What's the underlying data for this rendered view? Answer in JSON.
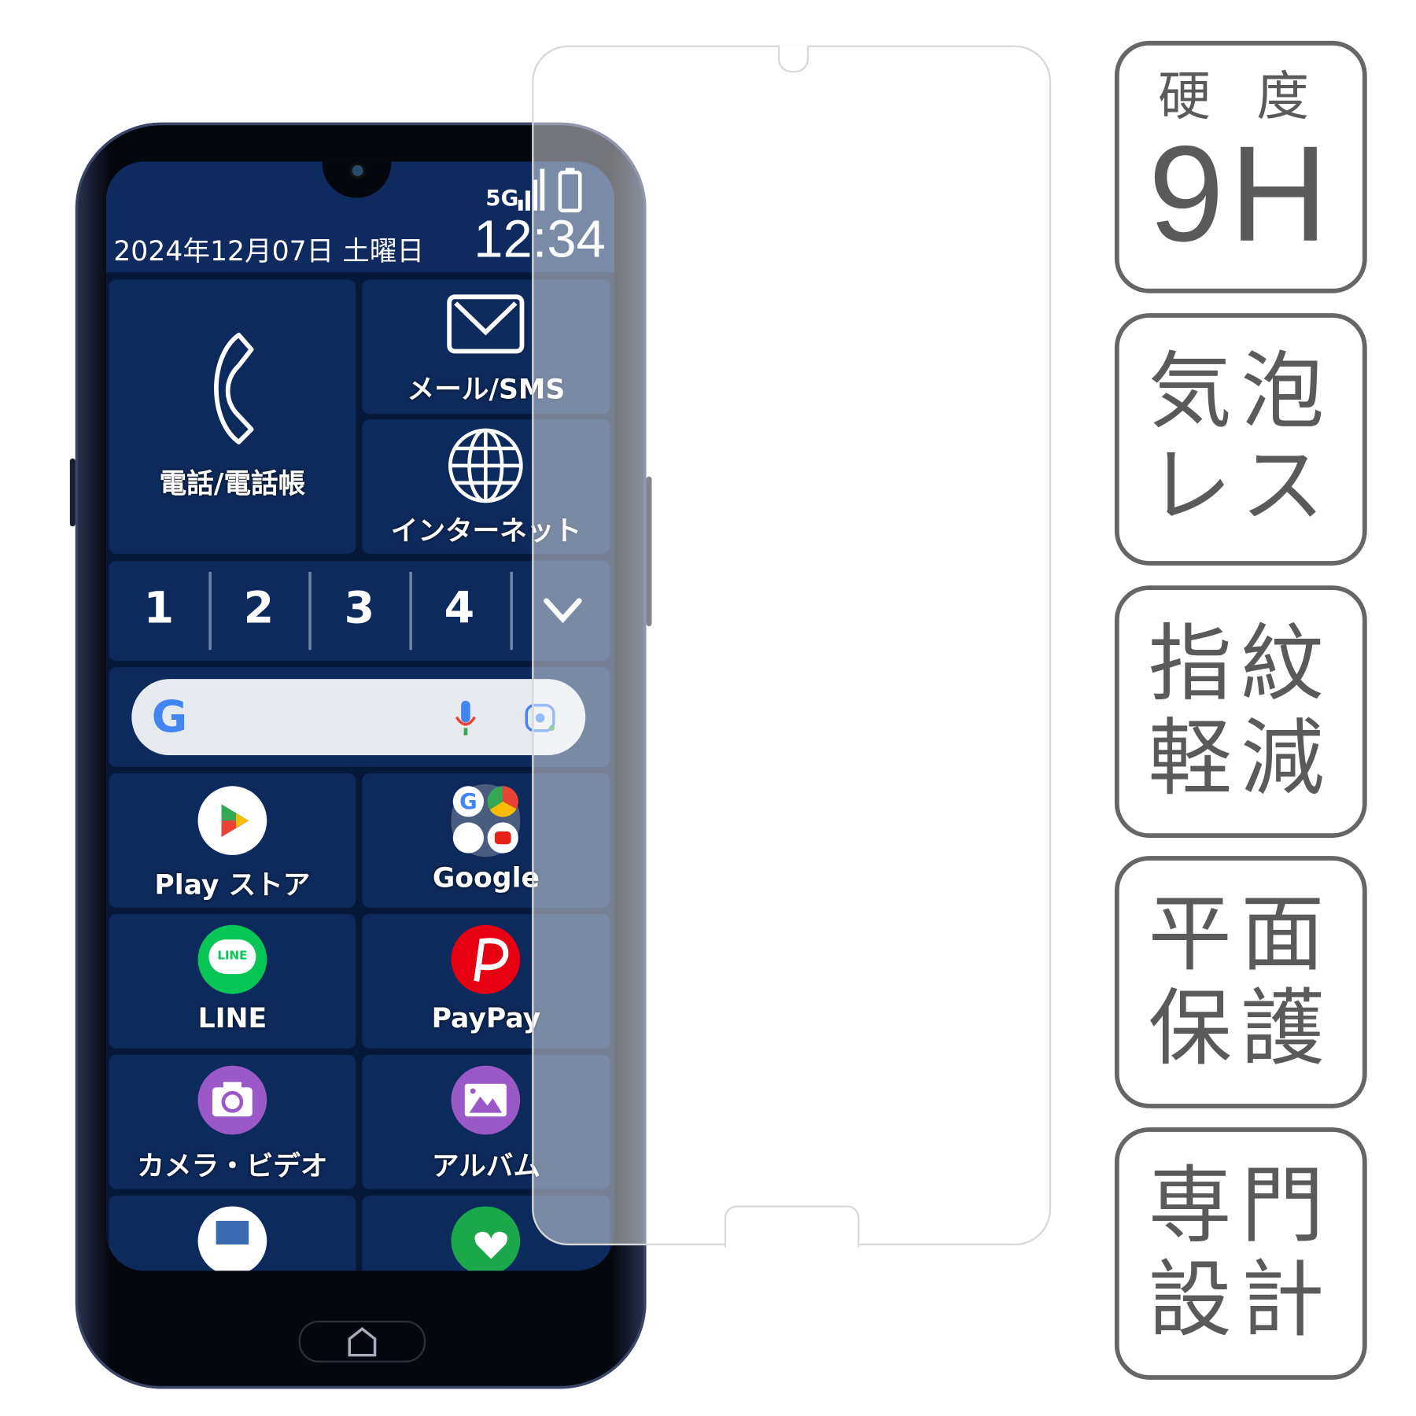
{
  "status": {
    "network": "5G",
    "date": "2024年12月07日 土曜日",
    "time": "12:34"
  },
  "tiles": {
    "phone": "電話/電話帳",
    "mail": "メール/SMS",
    "internet": "インターネット"
  },
  "pages": [
    "1",
    "2",
    "3",
    "4"
  ],
  "apps": [
    {
      "label": "Play ストア"
    },
    {
      "label": "Google"
    },
    {
      "label": "LINE",
      "icon_text": "LINE"
    },
    {
      "label": "PayPay"
    },
    {
      "label": "カメラ・ビデオ"
    },
    {
      "label": "アルバム"
    }
  ],
  "badges": [
    {
      "top": "硬 度",
      "main": "9H"
    },
    {
      "line1": "気泡",
      "line2": "レス"
    },
    {
      "line1": "指紋",
      "line2": "軽減"
    },
    {
      "line1": "平面",
      "line2": "保護"
    },
    {
      "line1": "専門",
      "line2": "設計"
    }
  ],
  "colors": {
    "screen": "#07183a",
    "tile": "#0d2a5c",
    "badge_border": "#666666",
    "line_green": "#06c755",
    "paypay_red": "#e60012",
    "purple": "#9b59c8"
  }
}
